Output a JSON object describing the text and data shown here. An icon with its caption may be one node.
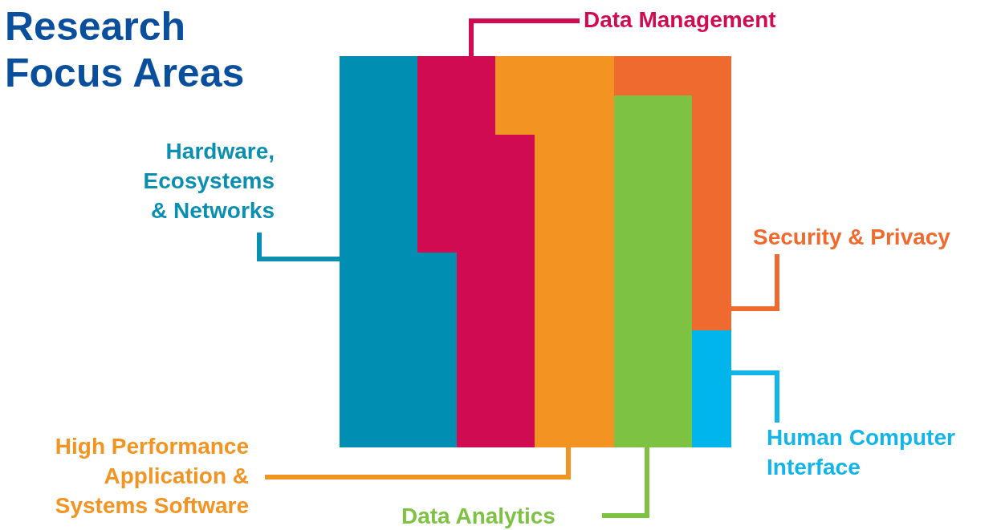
{
  "diagram": {
    "title": "Research Focus Areas",
    "nodes": [
      {
        "text": [
          "Data Management"
        ]
      },
      {
        "text": [
          "Hardware, Ecosystems & Networks"
        ]
      },
      {
        "text": [
          "Security & Privacy"
        ]
      },
      {
        "text": [
          "Human Computer Interface"
        ]
      },
      {
        "text": [
          "High Performance Application & Systems Software"
        ]
      },
      {
        "text": [
          "Data Analytics"
        ]
      },
      {
        "text": [],
        "shape": "bar"
      },
      {
        "text": [],
        "shape": "bar"
      },
      {
        "text": [],
        "shape": "bar"
      },
      {
        "text": [],
        "shape": "bar"
      },
      {
        "text": [],
        "shape": "bar"
      },
      {
        "text": [],
        "shape": "bar"
      }
    ],
    "edges": [
      {
        "from": 0,
        "to": 7,
        "arrow": "none",
        "color": "#d10b52"
      },
      {
        "from": 1,
        "to": 6,
        "arrow": "none",
        "color": "#0a8fb0"
      },
      {
        "from": 2,
        "to": 10,
        "arrow": "none",
        "color": "#ef6a2e"
      },
      {
        "from": 3,
        "to": 11,
        "arrow": "none",
        "color": "#12b5ea"
      },
      {
        "from": 4,
        "to": 8,
        "arrow": "none",
        "color": "#f39321"
      },
      {
        "from": 5,
        "to": 9,
        "arrow": "none",
        "color": "#7dc242"
      }
    ]
  }
}
